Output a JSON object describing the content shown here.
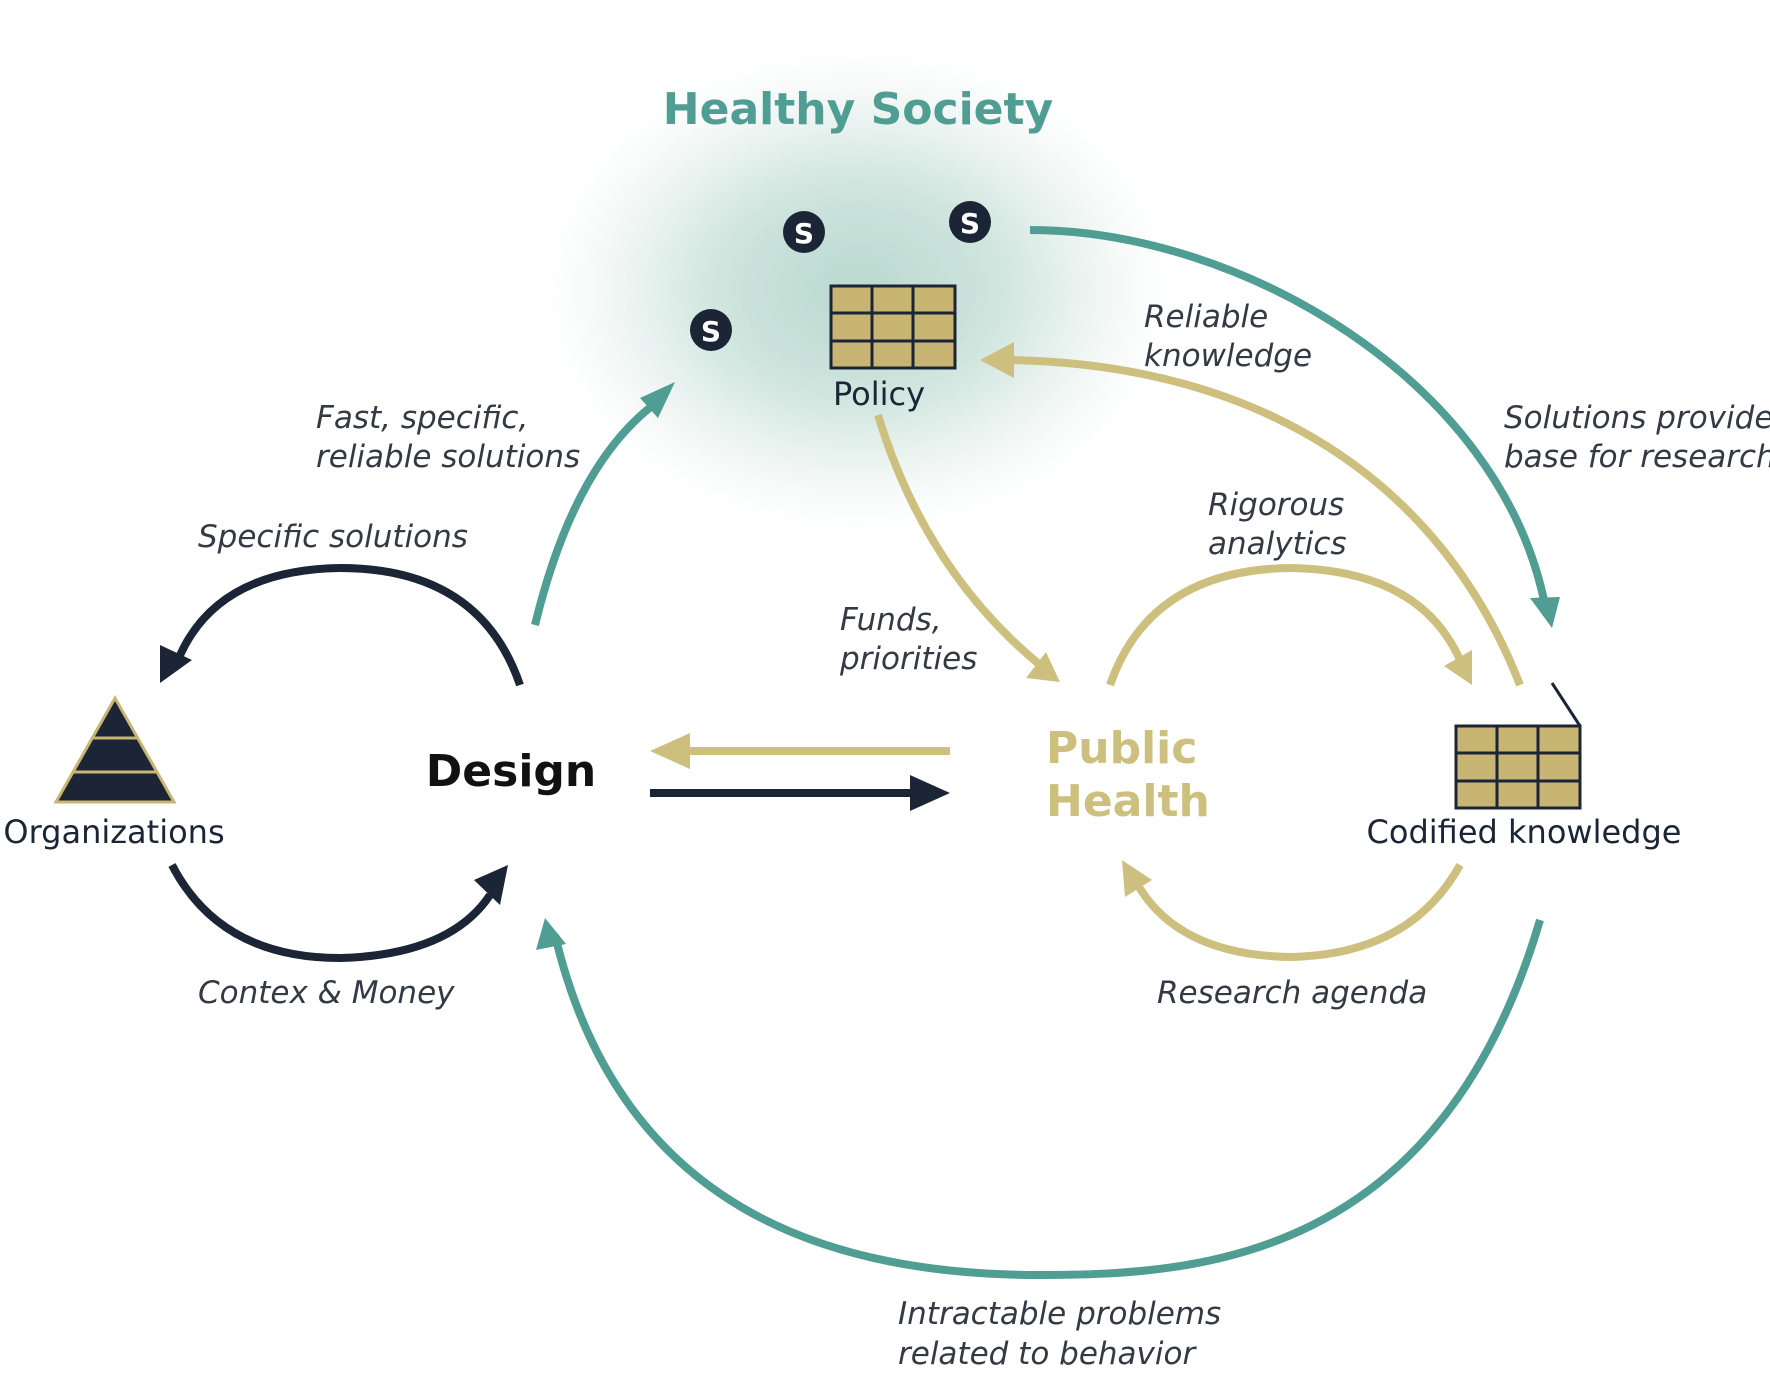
{
  "colors": {
    "teal": "#4f9d93",
    "gold": "#cdbf7e",
    "navy": "#1c2535",
    "grid_fill": "#c8b573",
    "glow": "#9fcabd"
  },
  "title": "Healthy Society",
  "nodes": {
    "design": "Design",
    "public_health_line1": "Public",
    "public_health_line2": "Health",
    "policy": "Policy",
    "organizations": "Organizations",
    "codified_knowledge": "Codified knowledge"
  },
  "icons": {
    "coin": "dollar-coin-icon",
    "coin_symbol": "S",
    "grid": "grid-table-icon",
    "pyramid": "pyramid-icon"
  },
  "labels": {
    "fast_line1": "Fast, specific,",
    "fast_line2": "reliable solutions",
    "specific_solutions": "Specific solutions",
    "contex_money": "Contex & Money",
    "reliable_line1": "Reliable",
    "reliable_line2": "knowledge",
    "solutions_line1": "Solutions provide",
    "solutions_line2": "base for research",
    "rigorous_line1": "Rigorous",
    "rigorous_line2": "analytics",
    "funds_line1": "Funds,",
    "funds_line2": "priorities",
    "research_agenda": "Research agenda",
    "intractable_line1": "Intractable problems",
    "intractable_line2": "related to behavior"
  }
}
